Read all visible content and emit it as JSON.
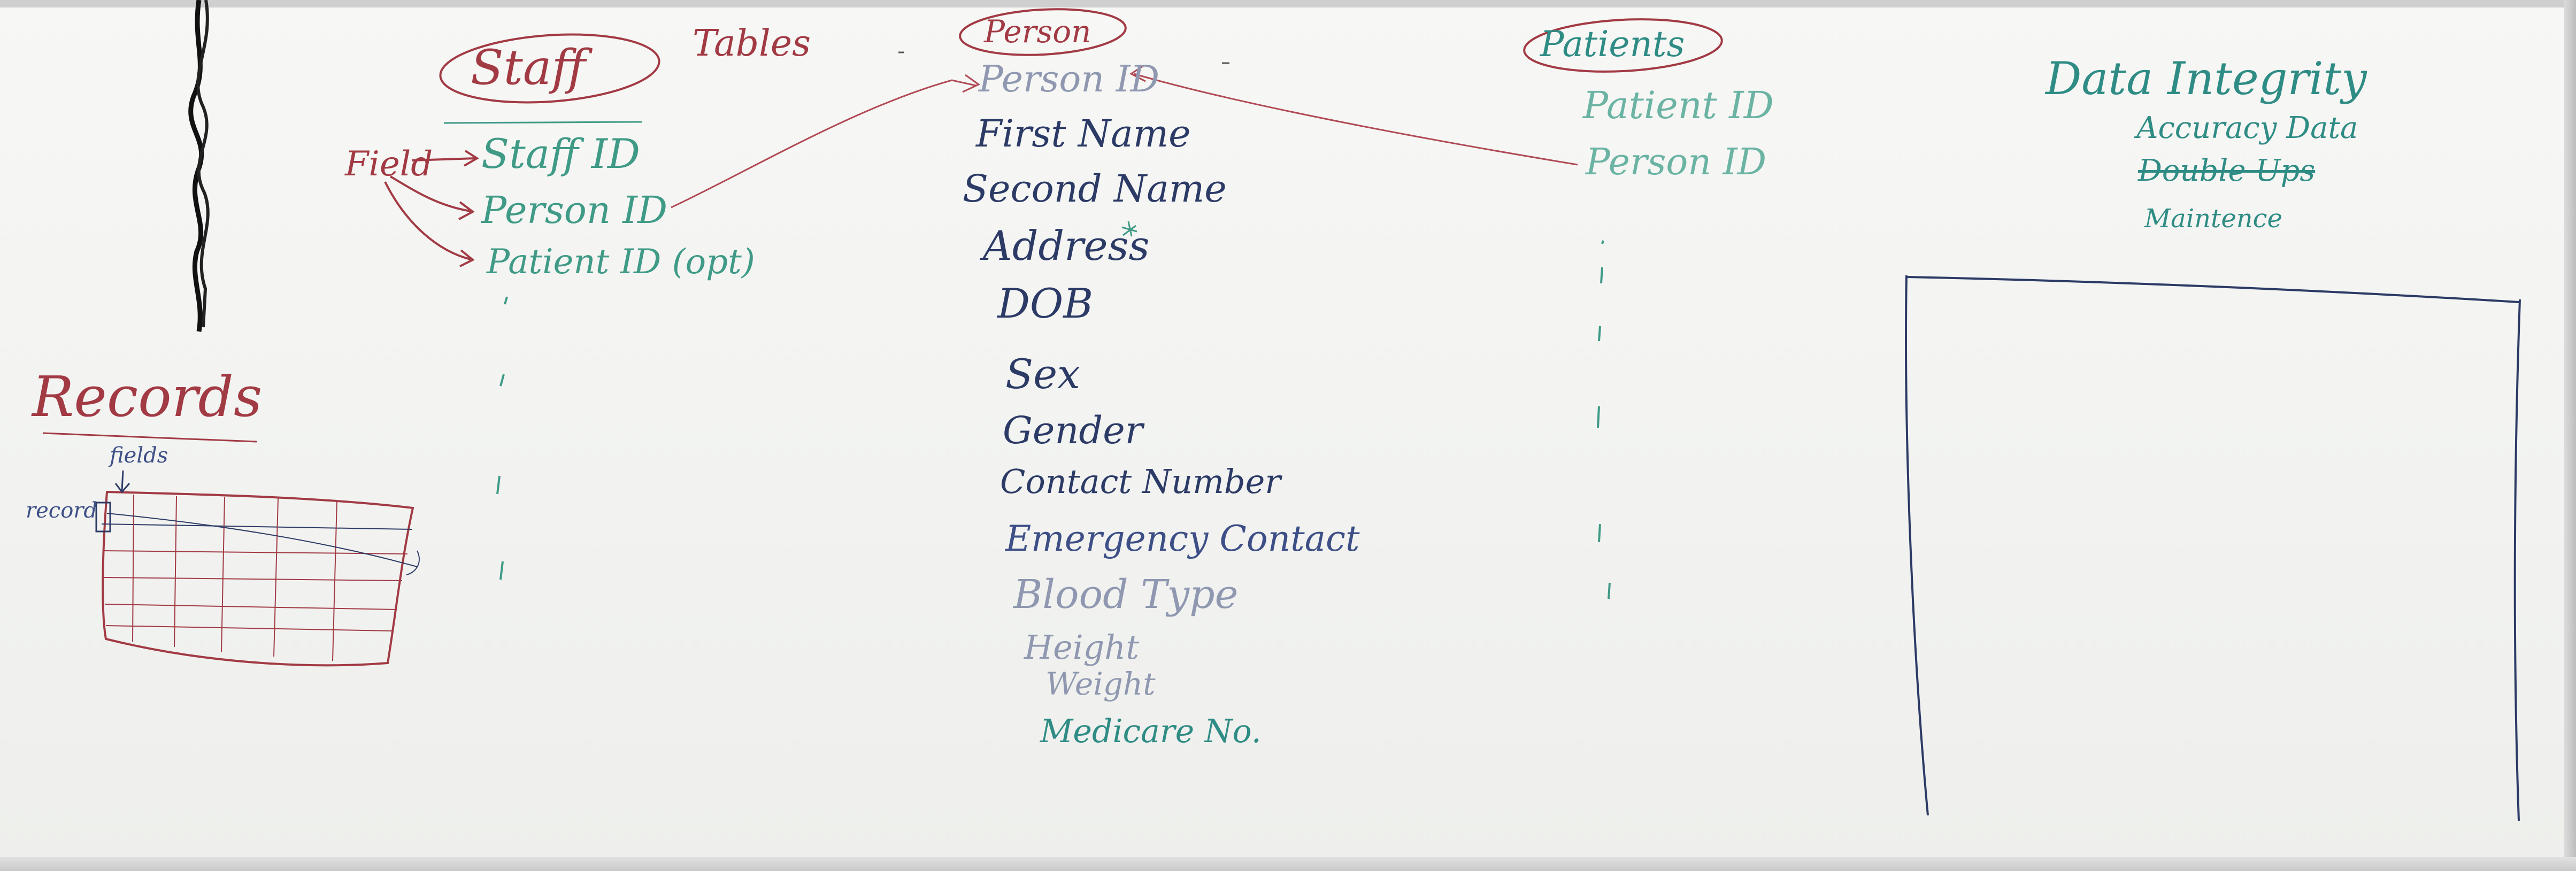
{
  "staff": {
    "title": "Staff",
    "tables_label": "Tables",
    "field_label": "Field",
    "fields": [
      "Staff ID",
      "Person ID",
      "Patient ID (opt)"
    ]
  },
  "person": {
    "title": "Person",
    "fields": [
      "Person ID",
      "First Name",
      "Second Name",
      "Address",
      "DOB",
      "Sex",
      "Gender",
      "Contact Number",
      "Emergency Contact",
      "Blood Type",
      "Height",
      "Weight",
      "Medicare No."
    ]
  },
  "patients": {
    "title": "Patients",
    "fields": [
      "Patient ID",
      "Person ID"
    ]
  },
  "data_integrity": {
    "title": "Data Integrity",
    "items": [
      "Accuracy Data",
      "Double Ups",
      "Maintence"
    ]
  },
  "records": {
    "title": "Records",
    "fields_label": "fields",
    "record_label": "record"
  },
  "colors": {
    "green_marker": "#3f9a86",
    "navy_marker": "#2c3a66",
    "red_marker": "#a23a44"
  }
}
